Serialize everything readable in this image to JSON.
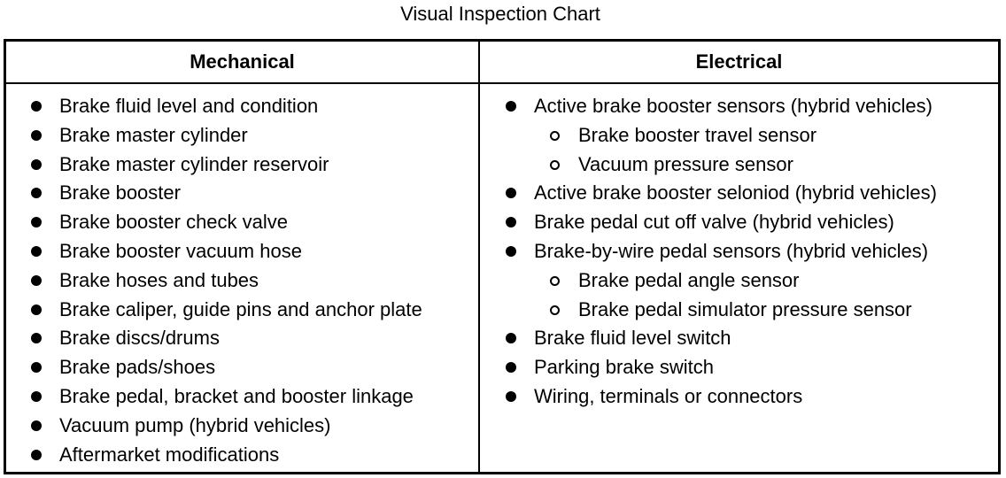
{
  "title": "Visual Inspection Chart",
  "columns": {
    "mechanical": {
      "header": "Mechanical",
      "items": [
        {
          "text": "Brake fluid level and condition",
          "level": 1
        },
        {
          "text": "Brake master cylinder",
          "level": 1
        },
        {
          "text": "Brake master cylinder reservoir",
          "level": 1
        },
        {
          "text": "Brake booster",
          "level": 1
        },
        {
          "text": "Brake booster check valve",
          "level": 1
        },
        {
          "text": "Brake booster vacuum hose",
          "level": 1
        },
        {
          "text": "Brake hoses and tubes",
          "level": 1
        },
        {
          "text": "Brake caliper, guide pins and anchor plate",
          "level": 1
        },
        {
          "text": "Brake discs/drums",
          "level": 1
        },
        {
          "text": "Brake pads/shoes",
          "level": 1
        },
        {
          "text": "Brake pedal, bracket and booster linkage",
          "level": 1
        },
        {
          "text": "Vacuum pump (hybrid vehicles)",
          "level": 1
        },
        {
          "text": "Aftermarket modifications",
          "level": 1
        }
      ]
    },
    "electrical": {
      "header": "Electrical",
      "items": [
        {
          "text": "Active brake booster sensors (hybrid vehicles)",
          "level": 1
        },
        {
          "text": "Brake booster travel sensor",
          "level": 2
        },
        {
          "text": "Vacuum pressure sensor",
          "level": 2
        },
        {
          "text": "Active brake booster seloniod (hybrid vehicles)",
          "level": 1
        },
        {
          "text": "Brake pedal cut off valve (hybrid vehicles)",
          "level": 1
        },
        {
          "text": "Brake-by-wire pedal sensors (hybrid vehicles)",
          "level": 1
        },
        {
          "text": "Brake pedal angle sensor",
          "level": 2
        },
        {
          "text": "Brake pedal simulator pressure sensor",
          "level": 2
        },
        {
          "text": "Brake fluid level switch",
          "level": 1
        },
        {
          "text": "Parking brake switch",
          "level": 1
        },
        {
          "text": "Wiring, terminals or connectors",
          "level": 1
        }
      ]
    }
  },
  "icons": {
    "primary_bullet": "filled-circle-bullet-icon",
    "secondary_bullet": "hollow-circle-bullet-icon"
  }
}
